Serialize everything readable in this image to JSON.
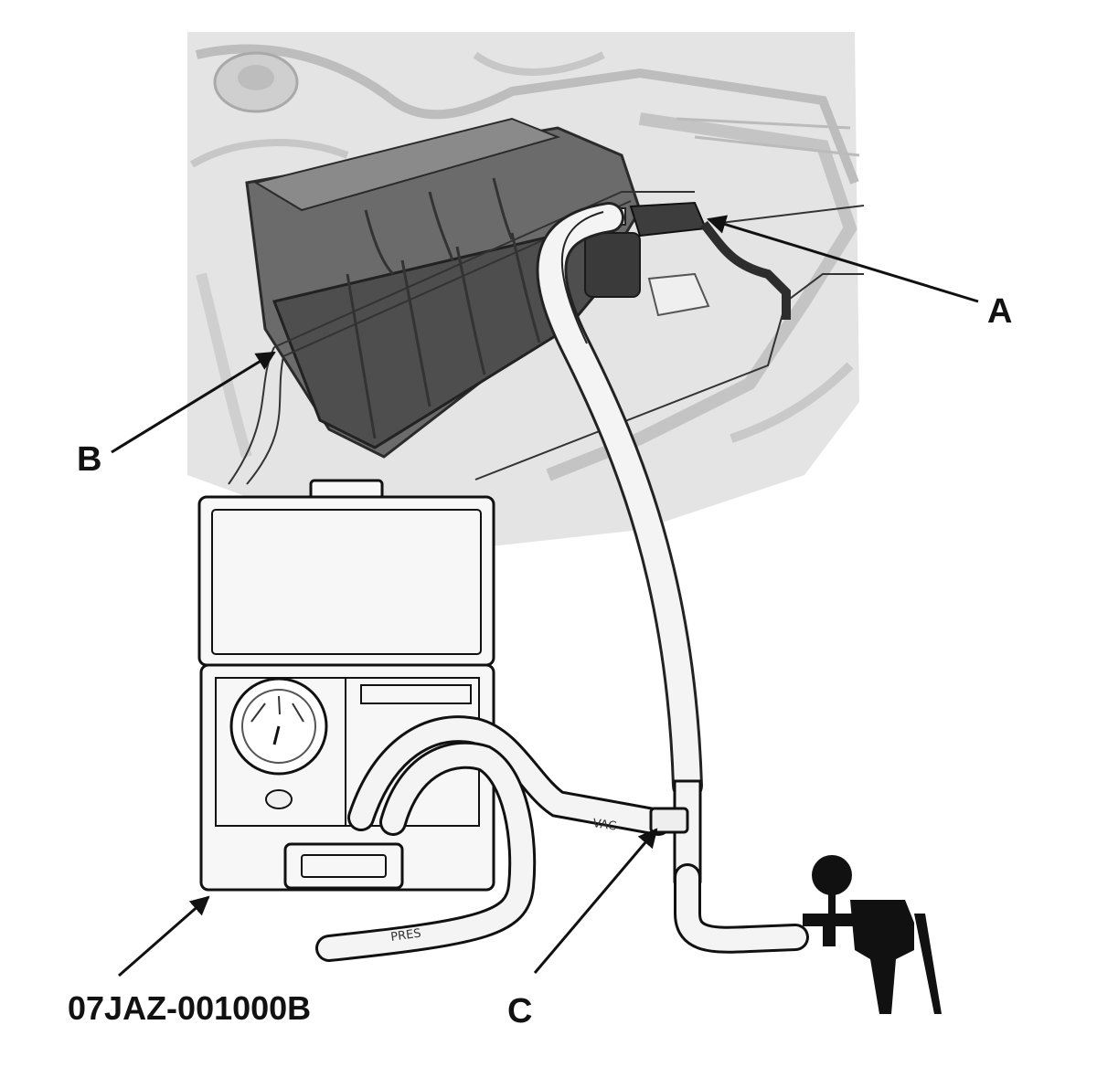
{
  "callouts": {
    "a": "A",
    "b": "B",
    "c": "C",
    "tool_part_number": "07JAZ-001000B"
  },
  "hose_labels": {
    "vacuum": "VAC",
    "pressure": "PRES"
  },
  "icons": {
    "tester": "evap-tester-case-icon",
    "pump": "hand-vacuum-pump-icon",
    "canister": "evap-canister-icon"
  },
  "colors": {
    "line": "#111111",
    "background_art": "#d9d9d9",
    "canister": "#4a4a4a",
    "hose": "#f2f2f2"
  }
}
